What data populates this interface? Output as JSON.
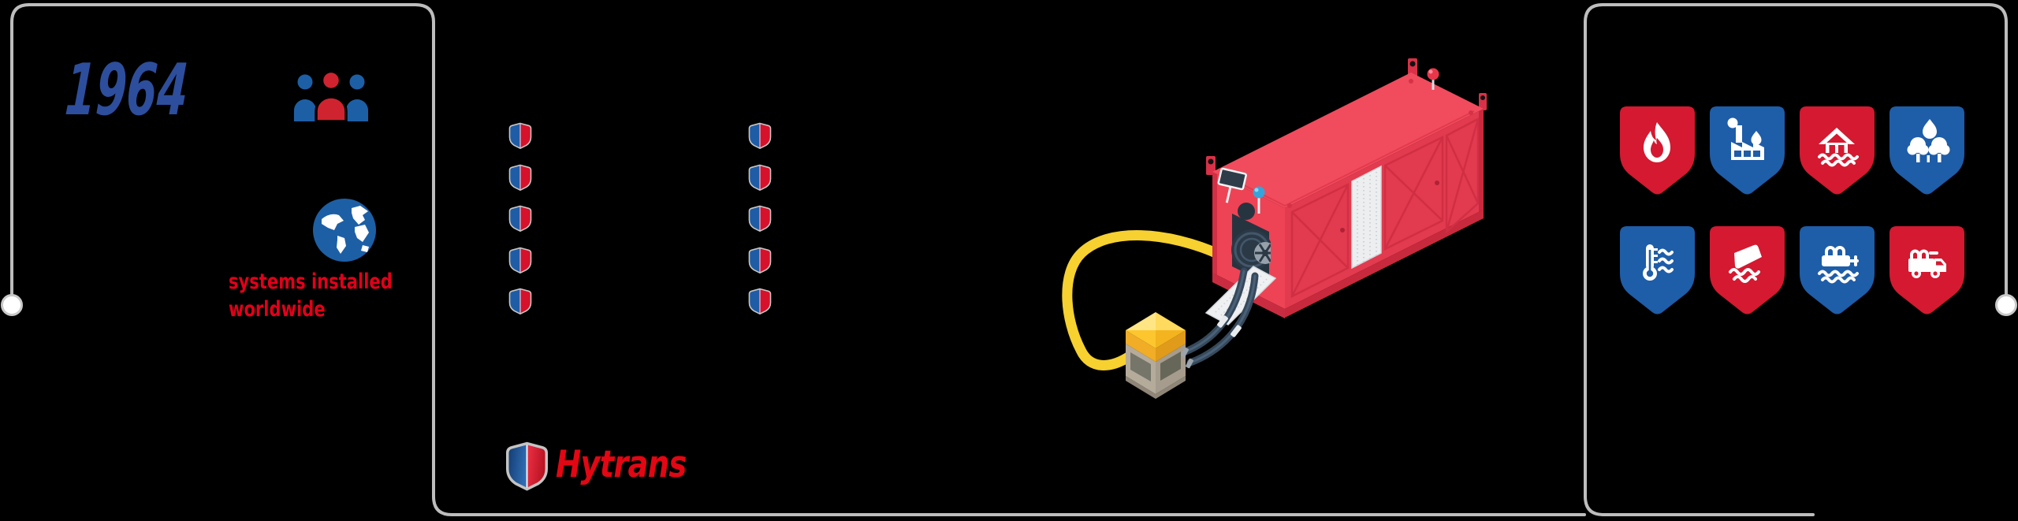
{
  "colors": {
    "background": "#000000",
    "outline_gray": "#bdbdbd",
    "node_white": "#ffffff",
    "year_blue": "#2d4e9c",
    "caption_red": "#e2001a",
    "logo_red": "#e30613",
    "bullet_blue": "#1f5ca6",
    "bullet_red": "#d6112b",
    "badge_red": "#d41930",
    "badge_blue": "#1e5da8",
    "people_blue": "#1d5fa5",
    "people_red": "#cf2330",
    "globe_blue": "#1d5fa5",
    "container_red": "#ee4355",
    "container_red_top": "#f04c5e",
    "container_red_side": "#e23a4e",
    "container_red_dark": "#c8293c",
    "hose_yellow": "#f6d12f",
    "hose_navy": "#36495c",
    "pump_yellow": "#ffd23f",
    "pump_frame": "#b5ab9b"
  },
  "left_panel": {
    "year": "1964",
    "caption_line1": "systems installed",
    "caption_line2": "worldwide",
    "icons": [
      "people-group-icon",
      "globe-icon"
    ]
  },
  "middle_panel": {
    "bullet_rows": 5,
    "bullet_columns": 2,
    "bullet_icon": "blue-red-shield-icon",
    "logo_text": "Hytrans",
    "logo_icon": "hytrans-shield-icon"
  },
  "right_panel": {
    "badges": [
      {
        "id": "fire",
        "color": "red"
      },
      {
        "id": "industrial-fire",
        "color": "blue"
      },
      {
        "id": "flooded-house",
        "color": "red"
      },
      {
        "id": "wildfire",
        "color": "blue"
      },
      {
        "id": "cold-water",
        "color": "blue"
      },
      {
        "id": "sinking-ship",
        "color": "red"
      },
      {
        "id": "floating-pump",
        "color": "blue"
      },
      {
        "id": "fire-truck",
        "color": "red"
      }
    ]
  },
  "illustration": {
    "subject": "red-container-unit-with-hose-reel-hydrosub-pump",
    "elements": [
      "red-container",
      "hose-reel",
      "yellow-hose",
      "suction-hoses",
      "pump-unit",
      "ground-mat",
      "blue-beacon",
      "red-beacon",
      "warning-sign"
    ]
  },
  "timeline": {
    "left_node": true,
    "right_node": true
  }
}
